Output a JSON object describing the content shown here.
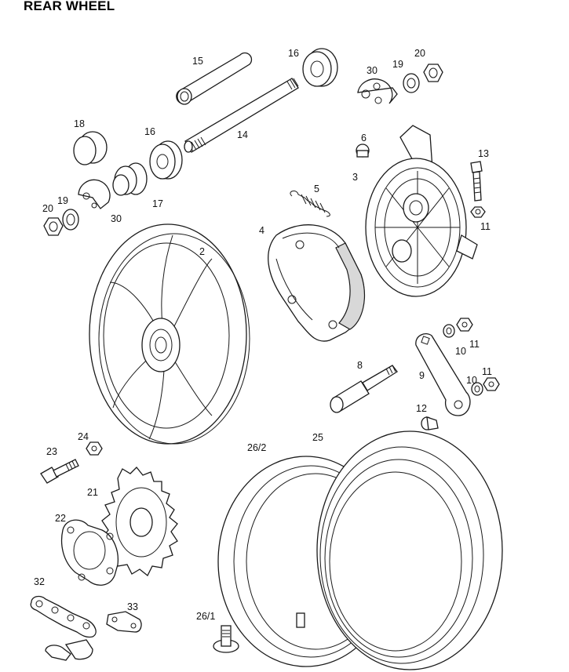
{
  "title": "REAR WHEEL",
  "labels": {
    "p15": "15",
    "p16a": "16",
    "p16b": "16",
    "p14": "14",
    "p18": "18",
    "p17": "17",
    "p19a": "19",
    "p20a": "20",
    "p30a": "30",
    "p19b": "19",
    "p20b": "20",
    "p30b": "30",
    "p6": "6",
    "p3": "3",
    "p13": "13",
    "p11a": "11",
    "p5": "5",
    "p4": "4",
    "p2": "2",
    "p10a": "10",
    "p11b": "11",
    "p9": "9",
    "p10b": "10",
    "p11c": "11",
    "p8": "8",
    "p12": "12",
    "p24": "24",
    "p23": "23",
    "p21": "21",
    "p22": "22",
    "p262": "26/2",
    "p25": "25",
    "p32": "32",
    "p33": "33",
    "p261": "26/1"
  }
}
